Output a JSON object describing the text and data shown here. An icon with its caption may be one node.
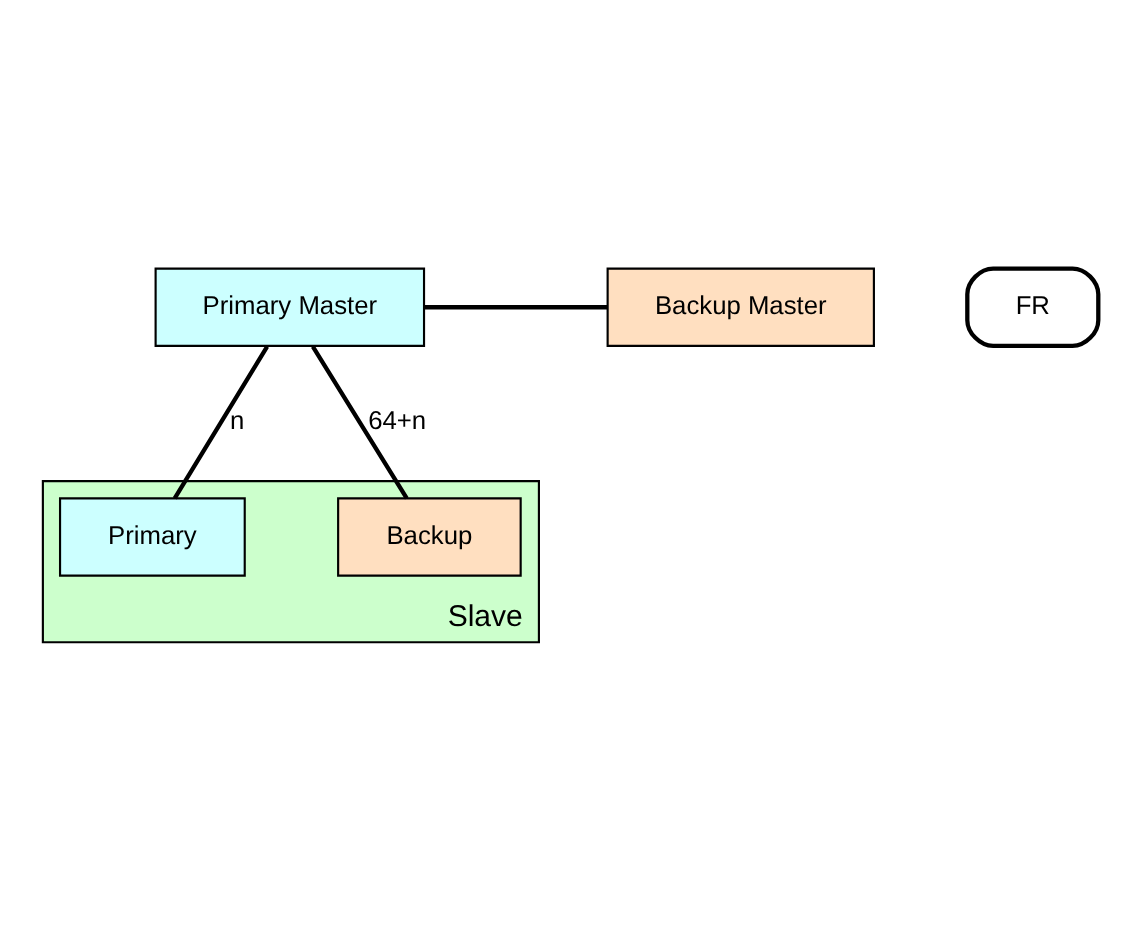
{
  "diagram": {
    "nodes": [
      {
        "text": [
          "Primary Master"
        ]
      },
      {
        "text": [
          "Backup Master"
        ]
      },
      {
        "text": [
          "Slave"
        ]
      },
      {
        "text": [
          "Primary"
        ],
        "in": 2
      },
      {
        "text": [
          "Backup"
        ],
        "in": 2
      },
      {
        "text": [
          "FR"
        ]
      }
    ],
    "edges": [
      {
        "from": 0,
        "to": 1,
        "arrow": "none"
      },
      {
        "from": 0,
        "to": 3,
        "arrow": "none",
        "label": "n"
      },
      {
        "from": 0,
        "to": 4,
        "arrow": "none",
        "label": "64+n"
      }
    ]
  }
}
